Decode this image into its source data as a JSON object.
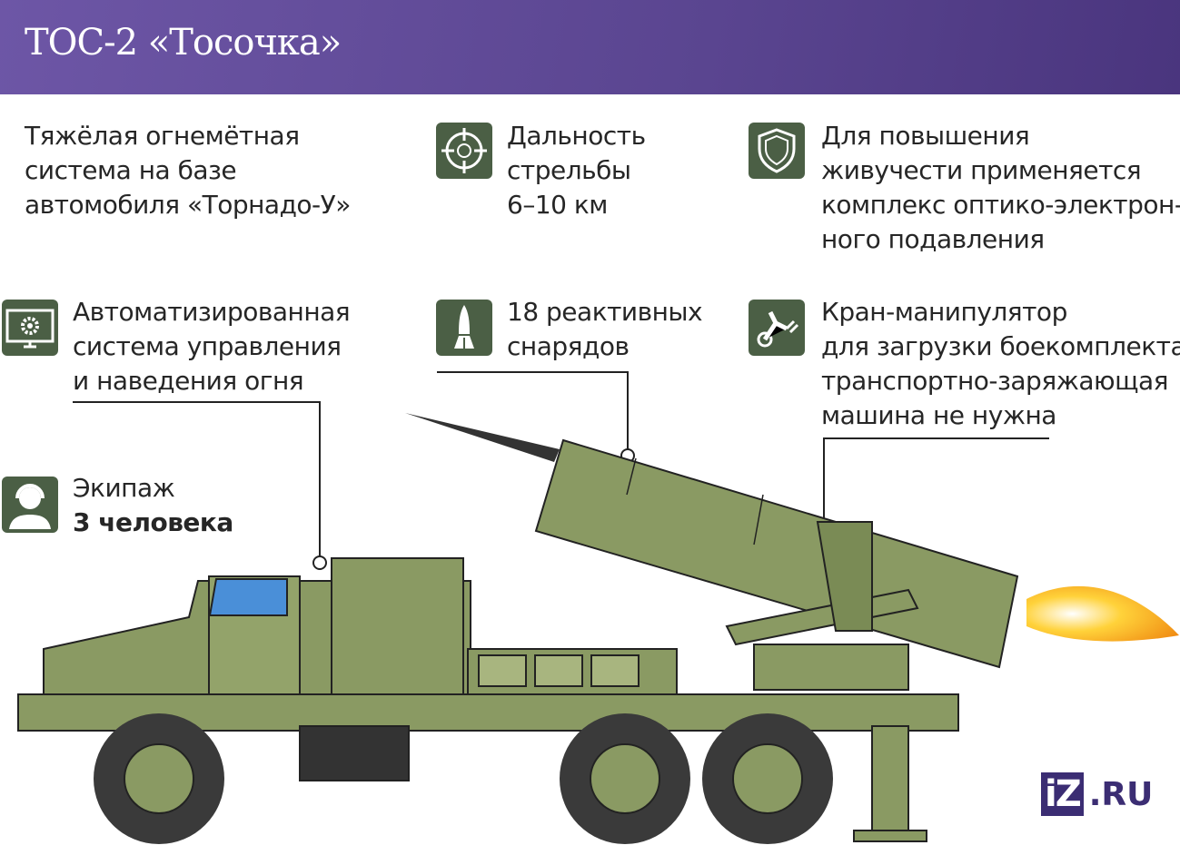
{
  "header": {
    "title": "ТОС-2 «Тосочка»"
  },
  "blocks": {
    "base": [
      "Тяжёлая огнемётная",
      "система на базе",
      "автомобиля «Торнадо-У»"
    ],
    "range": [
      "Дальность",
      "стрельбы",
      "6–10 км"
    ],
    "protection": [
      "Для повышения",
      "живучести применяется",
      "комплекс оптико-электрон-",
      "ного подавления"
    ],
    "fire_control": [
      "Автоматизированная",
      "система управления",
      "и наведения огня"
    ],
    "rockets": [
      "18 реактивных",
      "снарядов"
    ],
    "crane": [
      "Кран-манипулятор",
      "для загрузки боекомплекта,",
      "транспортно-заряжающая",
      "машина не нужна"
    ],
    "crew": {
      "label": "Экипаж",
      "value": "3 человека"
    }
  },
  "logo": {
    "box": "iZ",
    "suffix": ".RU"
  },
  "colors": {
    "header": "#5f4a96",
    "icon_bg": "#4b5f45",
    "vehicle": "#8a9a63",
    "accent": "#3b2d73"
  }
}
